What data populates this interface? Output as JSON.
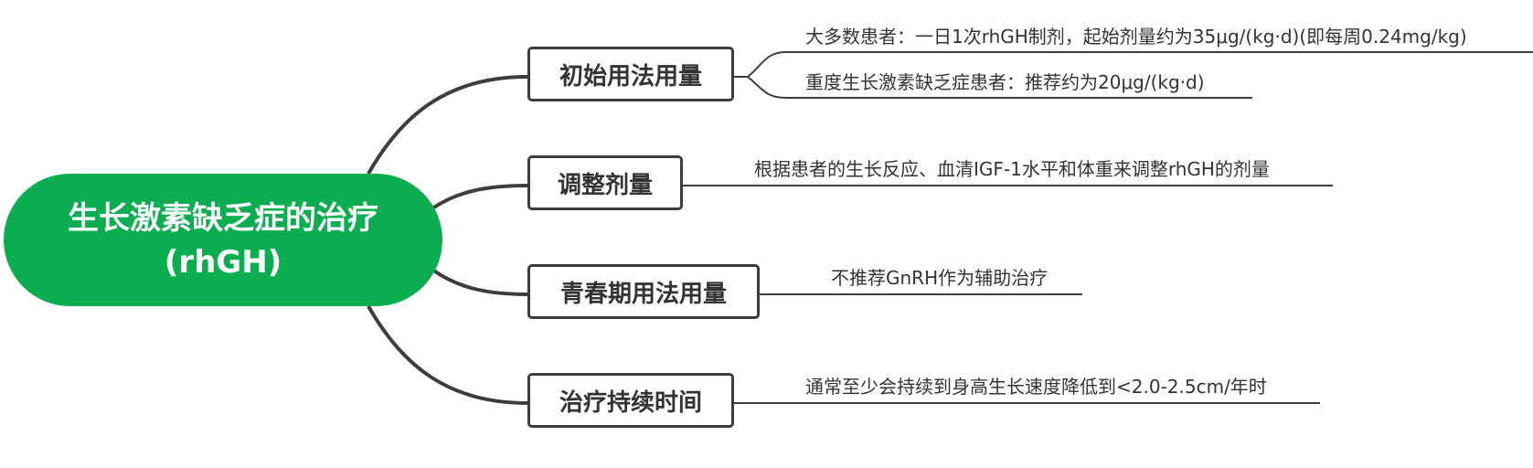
{
  "root": {
    "title_line1": "生长激素缺乏症的治疗",
    "title_line2": "(rhGH)"
  },
  "branches": [
    {
      "label": "初始用法用量",
      "leaves": [
        "大多数患者：一日1次rhGH制剂，起始剂量约为35μg/(kg·d)(即每周0.24mg/kg)",
        "重度生长激素缺乏症患者：推荐约为20μg/(kg·d)"
      ]
    },
    {
      "label": "调整剂量",
      "leaves": [
        "根据患者的生长反应、血清IGF-1水平和体重来调整rhGH的剂量"
      ]
    },
    {
      "label": "青春期用法用量",
      "leaves": [
        "不推荐GnRH作为辅助治疗"
      ]
    },
    {
      "label": "治疗持续时间",
      "leaves": [
        "通常至少会持续到身高生长速度降低到<2.0-2.5cm/年时"
      ]
    }
  ],
  "colors": {
    "root_fill": "#0aad4f",
    "root_text": "#ffffff",
    "branch_border": "#3d3d3d",
    "connector": "#3d3d3d",
    "text": "#333333"
  }
}
